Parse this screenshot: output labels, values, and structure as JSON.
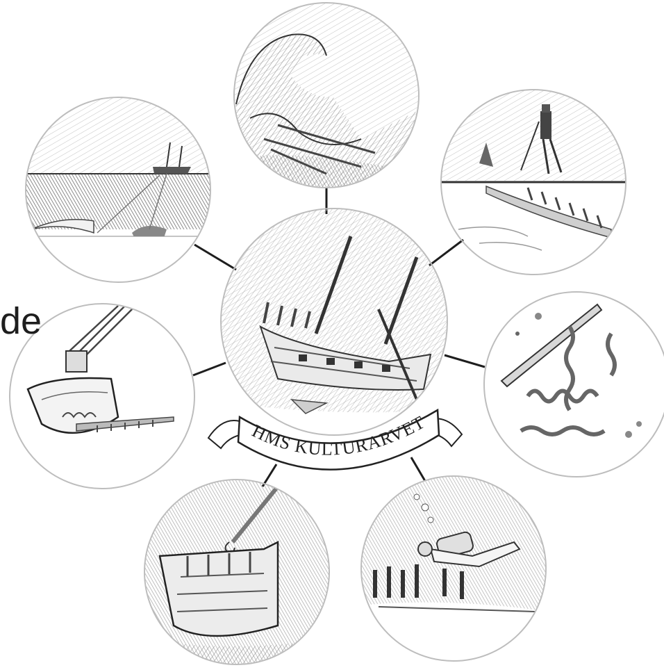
{
  "partial_word": "de",
  "banner": {
    "text": "HMS KULTURARVET"
  },
  "vignettes": [
    {
      "id": "center",
      "depicts": "ship-wreck-icon"
    },
    {
      "id": "top",
      "depicts": "great-wave-icon"
    },
    {
      "id": "top-left",
      "depicts": "sinking-ship-icon"
    },
    {
      "id": "top-right",
      "depicts": "probe-walker-icon"
    },
    {
      "id": "left",
      "depicts": "dredge-bucket-icon"
    },
    {
      "id": "right",
      "depicts": "shipworms-icon"
    },
    {
      "id": "bottom-left",
      "depicts": "hoisted-hull-icon"
    },
    {
      "id": "bottom-right",
      "depicts": "diver-icon"
    }
  ],
  "colors": {
    "ink": "#1e1e1e",
    "shade": "#8a8a8a",
    "paper": "#ffffff"
  }
}
